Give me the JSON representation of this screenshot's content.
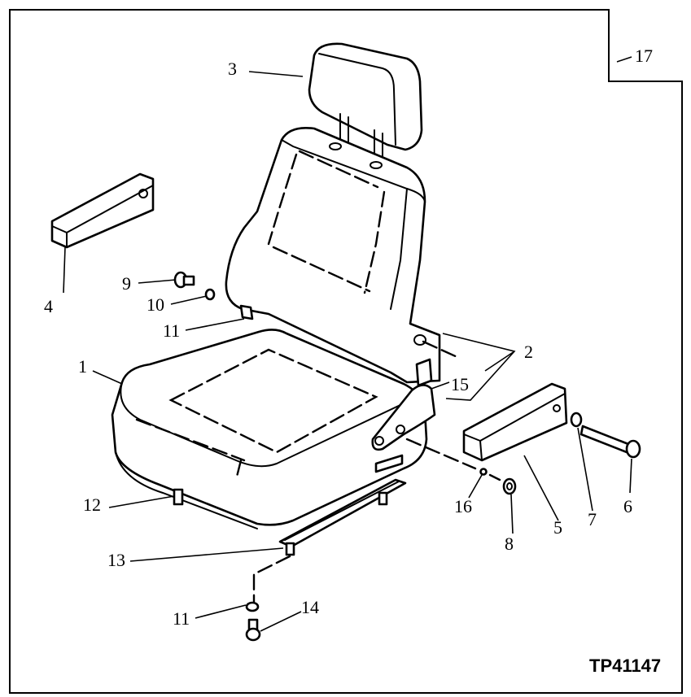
{
  "reference_code": "TP41147",
  "callouts": {
    "c1": "1",
    "c2": "2",
    "c3": "3",
    "c4": "4",
    "c5": "5",
    "c6": "6",
    "c7": "7",
    "c8": "8",
    "c9": "9",
    "c10": "10",
    "c11a": "11",
    "c11b": "11",
    "c12": "12",
    "c13": "13",
    "c14": "14",
    "c15": "15",
    "c16": "16",
    "c17": "17"
  }
}
